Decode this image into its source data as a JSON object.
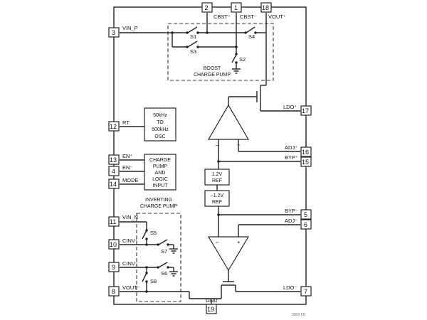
{
  "pins": {
    "p2": "2",
    "p1": "1",
    "p18": "18",
    "p3": "3",
    "p12": "12",
    "p13": "13",
    "p4": "4",
    "p14": "14",
    "p11": "11",
    "p10": "10",
    "p9": "9",
    "p8": "8",
    "p17": "17",
    "p16": "16",
    "p15": "15",
    "p5": "5",
    "p6": "6",
    "p7": "7",
    "p19": "19"
  },
  "labels": {
    "cbst_p": "CBST⁺",
    "cbst_n": "CBST⁻",
    "vout_p": "VOUT⁺",
    "vin_p": "VIN_P",
    "rt": "RT",
    "en_p": "EN⁺",
    "en_n": "EN⁻",
    "mode": "MODE",
    "vin_n": "VIN_N",
    "cinv_p": "CINV⁺",
    "cinv_n": "CINV⁻",
    "vout_n": "VOUT⁻",
    "ldo_p": "LDO⁺",
    "adj_p": "ADJ⁺",
    "byp_p": "BYP⁺",
    "byp_n": "BYP⁻",
    "adj_n": "ADJ⁻",
    "ldo_n": "LDO⁻",
    "gnd": "GND"
  },
  "blocks": {
    "osc": [
      "50kHz",
      "TO",
      "500kHz",
      "OSC"
    ],
    "logic": [
      "CHARGE",
      "PUMP",
      "AND",
      "LOGIC",
      "INPUT"
    ],
    "ref_p": [
      "1.2V",
      "REF"
    ],
    "ref_n": [
      "–1.2V",
      "REF"
    ],
    "boost": [
      "BOOST",
      "CHARGE PUMP"
    ],
    "inverting": [
      "INVERTING",
      "CHARGE PUMP"
    ]
  },
  "switches": {
    "s1": "S1",
    "s2": "S2",
    "s3": "S3",
    "s4": "S4",
    "s5": "S5",
    "s6": "S6",
    "s7": "S7",
    "s8": "S8"
  },
  "amp": {
    "top_minus": "–",
    "top_plus": "+",
    "bot_minus": "–",
    "bot_plus": "+"
  },
  "figure_code": "3303 FD"
}
